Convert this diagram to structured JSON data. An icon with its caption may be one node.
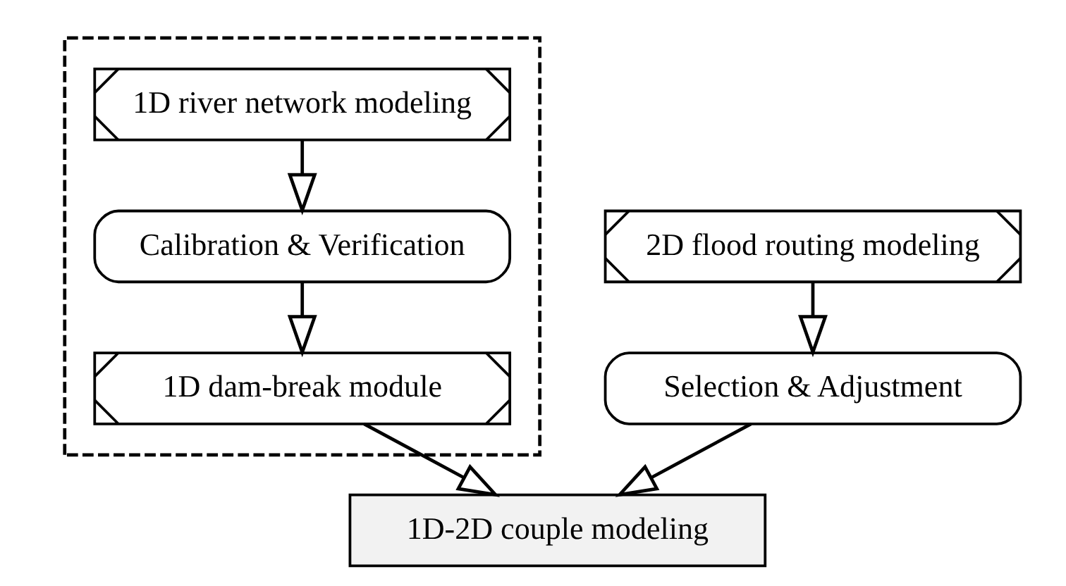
{
  "diagram": {
    "nodes": [
      {
        "text": [],
        "shape": "box"
      },
      {
        "text": [
          "1D river network modeling"
        ],
        "in": 0
      },
      {
        "text": [
          "Calibration & Verification"
        ],
        "in": 0
      },
      {
        "text": [
          "1D dam-break module"
        ],
        "in": 0
      },
      {
        "text": [
          "2D flood routing modeling"
        ]
      },
      {
        "text": [
          "Selection & Adjustment"
        ]
      },
      {
        "text": [
          "1D-2D couple modeling"
        ]
      }
    ],
    "edges": [
      {
        "from": 1,
        "to": 2,
        "arrow": "to"
      },
      {
        "from": 2,
        "to": 3,
        "arrow": "to"
      },
      {
        "from": 4,
        "to": 5,
        "arrow": "to"
      },
      {
        "from": 3,
        "to": 6,
        "arrow": "to"
      },
      {
        "from": 5,
        "to": 6,
        "arrow": "to"
      }
    ]
  }
}
